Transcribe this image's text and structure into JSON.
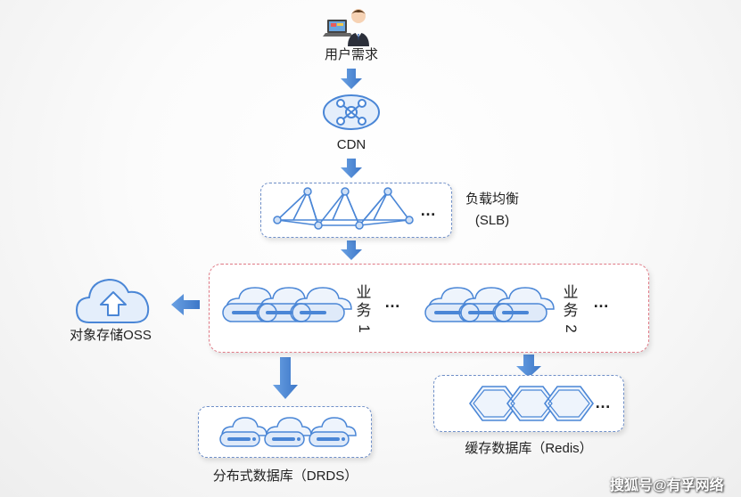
{
  "nodes": {
    "user": {
      "label": "用户需求"
    },
    "cdn": {
      "label": "CDN"
    },
    "slb": {
      "label_line1": "负载均衡",
      "label_line2": "(SLB)",
      "more": "…"
    },
    "business1": {
      "label_chars": [
        "业",
        "务",
        "1"
      ],
      "more": "…"
    },
    "business2": {
      "label_chars": [
        "业",
        "务",
        "2"
      ],
      "more": "…"
    },
    "oss": {
      "label": "对象存储OSS"
    },
    "drds": {
      "label": "分布式数据库（DRDS）"
    },
    "redis": {
      "label": "缓存数据库（Redis）",
      "more": "…"
    }
  },
  "watermark": "搜狐号@有孚网络",
  "colors": {
    "arrow": "#4a86d6",
    "icon_stroke": "#4a86d6",
    "icon_fill": "#d7e6f8",
    "blue_border": "#6f8fc8",
    "red_border": "#e07a86"
  }
}
